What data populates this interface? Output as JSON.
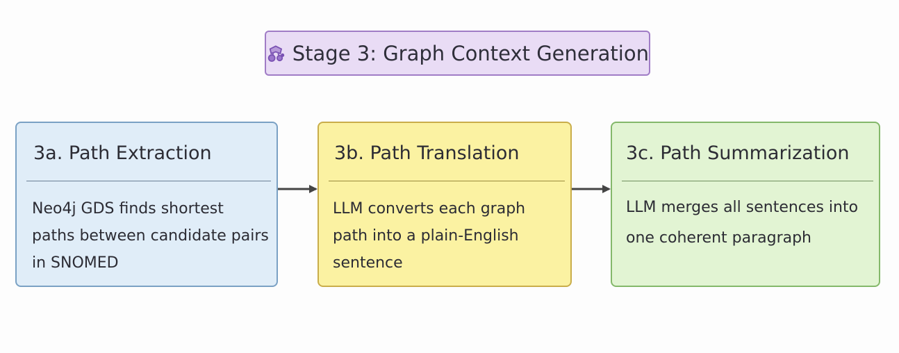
{
  "title": {
    "icon": "molecule-network-icon",
    "text": "Stage 3: Graph Context Generation"
  },
  "stages": [
    {
      "title": "3a. Path Extraction",
      "description": "Neo4j GDS finds shortest paths between candidate pairs in SNOMED",
      "color": "#e0edf8"
    },
    {
      "title": "3b. Path Translation",
      "description": "LLM converts each graph path into a plain-English sentence",
      "color": "#fbf2a2"
    },
    {
      "title": "3c. Path Summarization",
      "description": "LLM merges all sentences into one coherent paragraph",
      "color": "#e2f4d3"
    }
  ],
  "colors": {
    "title_fill": "#e9dcf5",
    "title_border": "#a07cc6",
    "arrow": "#444444"
  }
}
